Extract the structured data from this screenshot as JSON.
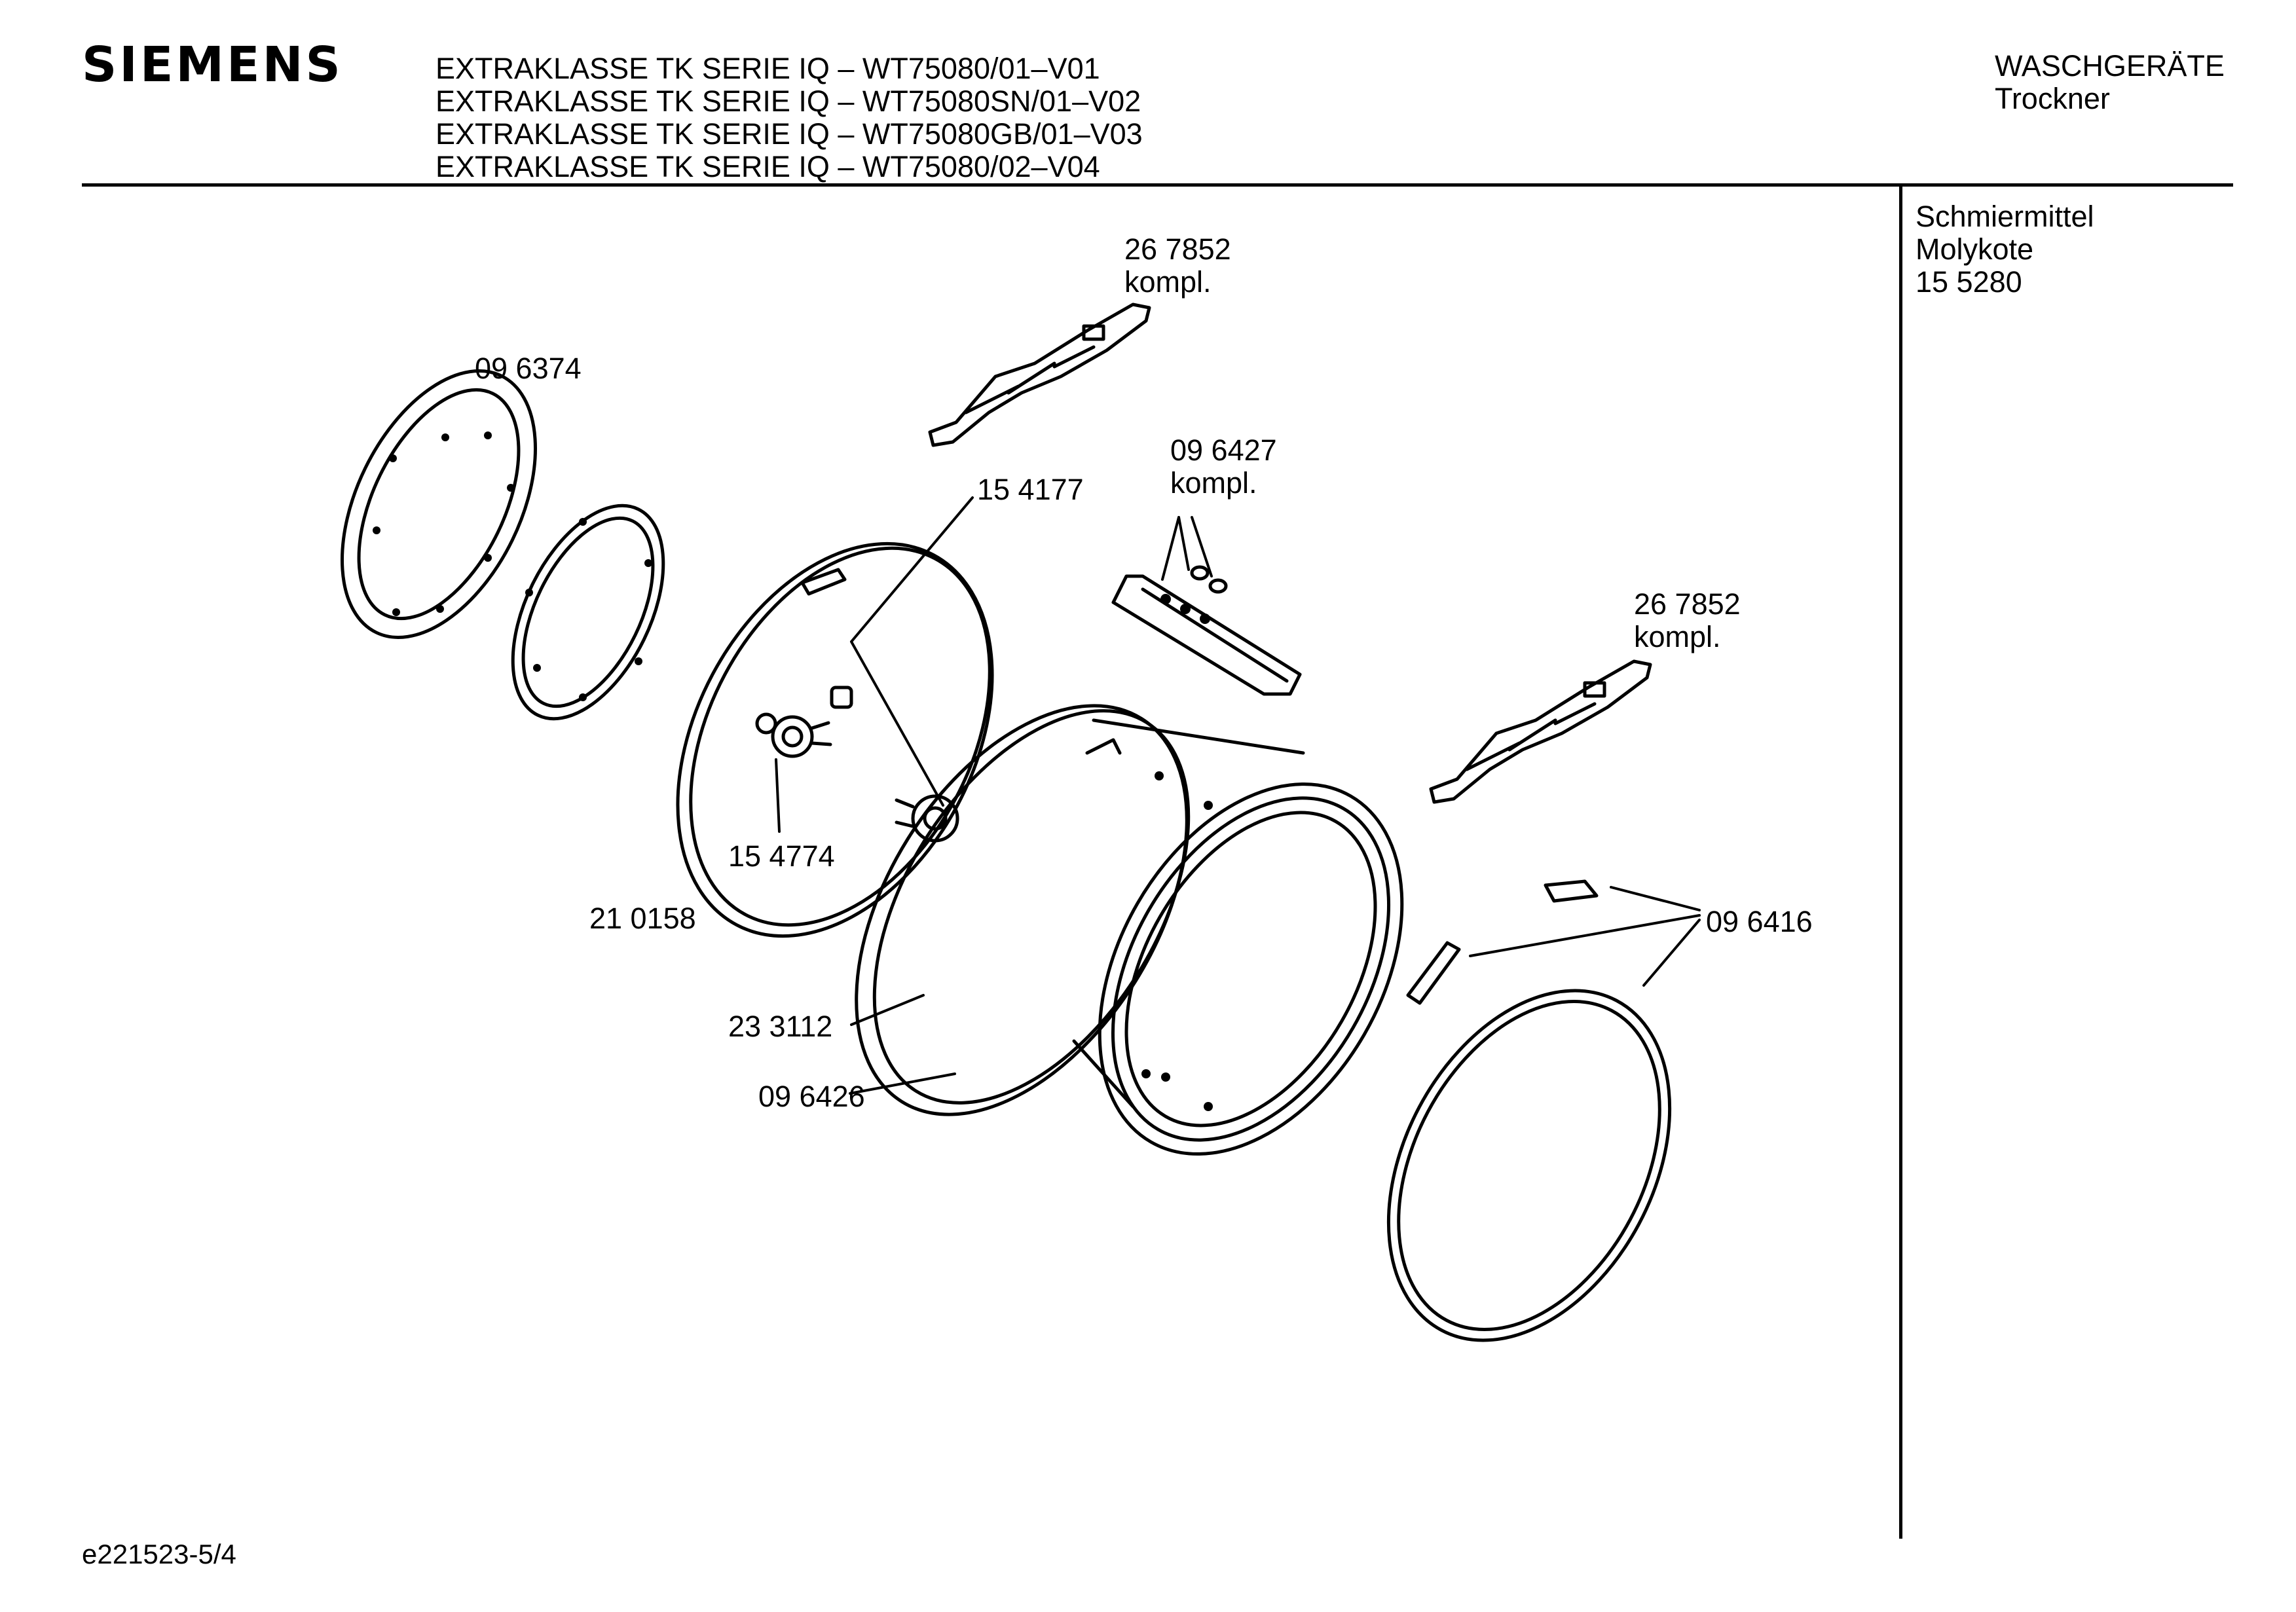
{
  "brand": "SIEMENS",
  "header": {
    "models": [
      "EXTRAKLASSE TK SERIE IQ – WT75080/01–V01",
      "EXTRAKLASSE TK SERIE IQ – WT75080SN/01–V02",
      "EXTRAKLASSE TK SERIE IQ – WT75080GB/01–V03",
      "EXTRAKLASSE TK SERIE IQ – WT75080/02–V04"
    ],
    "category": "WASCHGERÄTE",
    "subcategory": "Trockner"
  },
  "sidebar": {
    "lubricant_title": "Schmiermittel",
    "lubricant_name": "Molykote",
    "lubricant_part": "15 5280"
  },
  "parts": {
    "p_267852_top": "26 7852",
    "p_267852_top_note": "kompl.",
    "p_096374": "09 6374",
    "p_096427": "09 6427",
    "p_096427_note": "kompl.",
    "p_154177": "15 4177",
    "p_267852_right": "26 7852",
    "p_267852_right_note": "kompl.",
    "p_154774": "15 4774",
    "p_210158": "21 0158",
    "p_096416": "09 6416",
    "p_233112": "23 3112",
    "p_096426": "09 6426"
  },
  "footer": {
    "doc_id": "e221523-5/4"
  }
}
